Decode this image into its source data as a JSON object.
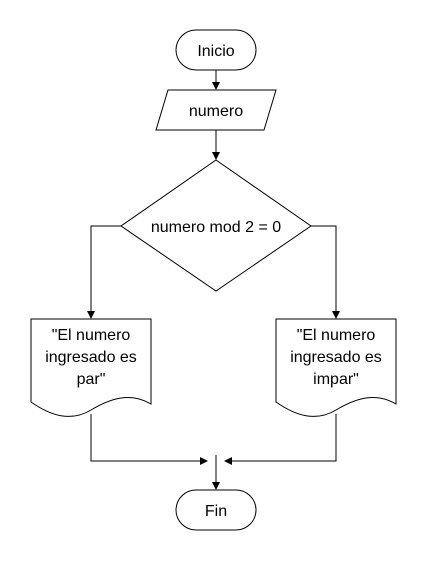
{
  "flowchart": {
    "start_label": "Inicio",
    "input_label": "numero",
    "decision_label": "numero mod 2 = 0",
    "left_output_lines": [
      "\"El numero",
      "ingresado es",
      "par\""
    ],
    "right_output_lines": [
      "\"El numero",
      "ingresado es",
      "impar\""
    ],
    "end_label": "Fin"
  },
  "colors": {
    "stroke": "#000000",
    "fill": "#ffffff"
  }
}
